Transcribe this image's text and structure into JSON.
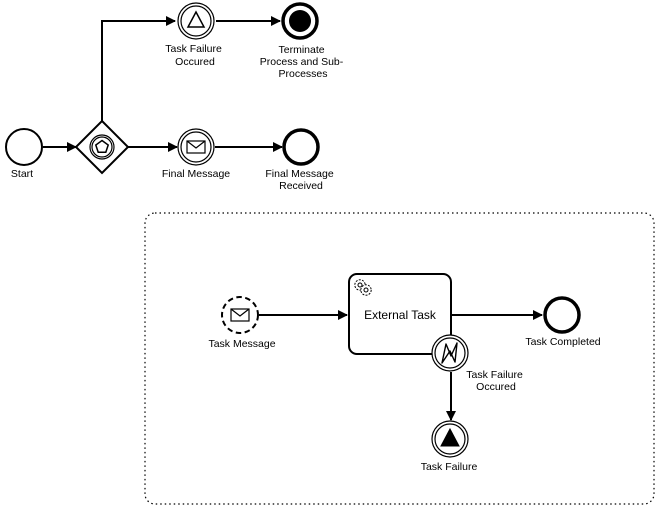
{
  "diagram": {
    "start_event": {
      "label": "Start"
    },
    "intermediate_signal_catch": {
      "label_lines": [
        "Task Failure",
        "Occured"
      ]
    },
    "terminate_end": {
      "label_lines": [
        "Terminate",
        "Process and Sub-",
        "Processes"
      ]
    },
    "intermediate_message_catch": {
      "label": "Final Message"
    },
    "message_end": {
      "label_lines": [
        "Final Message",
        "Received"
      ]
    },
    "subprocess": {
      "message_start": {
        "label": "Task Message"
      },
      "external_task": {
        "label": "External Task"
      },
      "error_boundary": {
        "label_lines": [
          "Task Failure",
          "Occured"
        ]
      },
      "task_completed_end": {
        "label": "Task Completed"
      },
      "task_failure_end": {
        "label": "Task Failure"
      }
    }
  }
}
